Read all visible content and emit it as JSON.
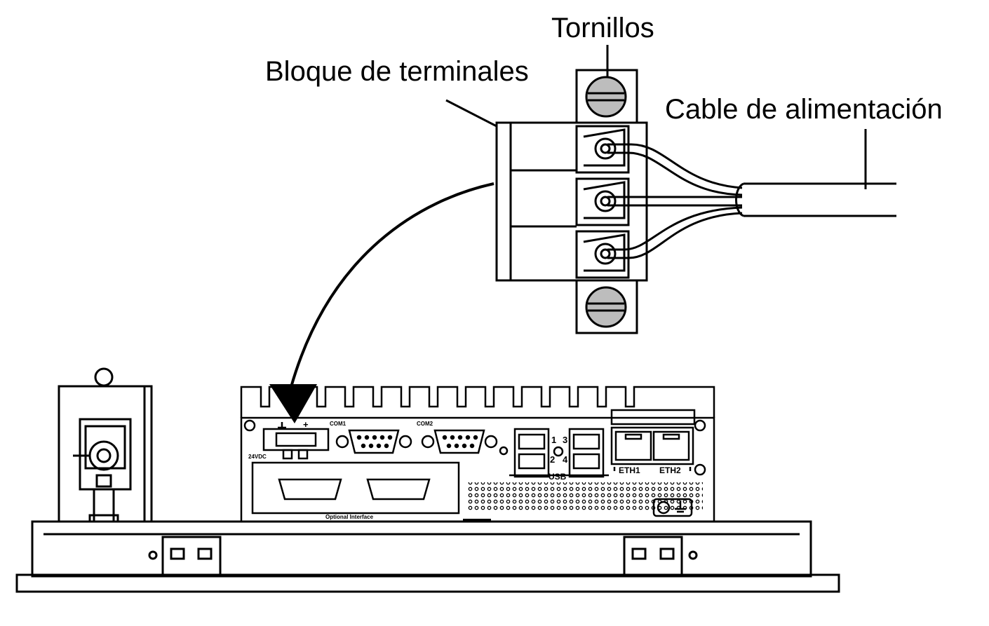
{
  "callouts": {
    "screws": "Tornillos",
    "terminal_block": "Bloque de terminales",
    "power_cable": "Cable de alimentación"
  },
  "panel": {
    "com1": "COM1",
    "com2": "COM2",
    "usb": "USB",
    "usb_port_1": "1",
    "usb_port_2": "2",
    "usb_port_3": "3",
    "usb_port_4": "4",
    "eth1": "ETH1",
    "eth2": "ETH2",
    "dc_input": "24VDC",
    "optional_interface": "Optional Interface",
    "plus_sign": "+"
  },
  "colors": {
    "line": "#000000",
    "screw_fill": "#bdbdbd",
    "panel_fill": "#ffffff"
  }
}
